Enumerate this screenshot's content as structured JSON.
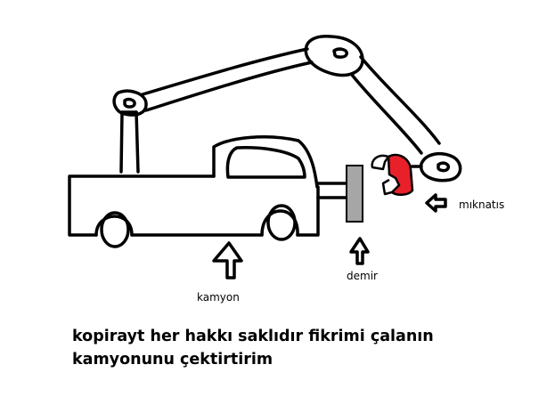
{
  "labels": {
    "truck": "kamyon",
    "iron": "demir",
    "magnet": "mıknatıs"
  },
  "caption": {
    "line1": "kopirayt her hakkı saklıdır fikrimi çalanın",
    "line2": "kamyonunu çektirtirim"
  },
  "colors": {
    "stroke": "#000000",
    "magnet": "#e8202a",
    "iron": "#a6a6a6",
    "background": "#ffffff"
  },
  "icons": [
    "up-arrow-icon",
    "left-arrow-icon"
  ]
}
